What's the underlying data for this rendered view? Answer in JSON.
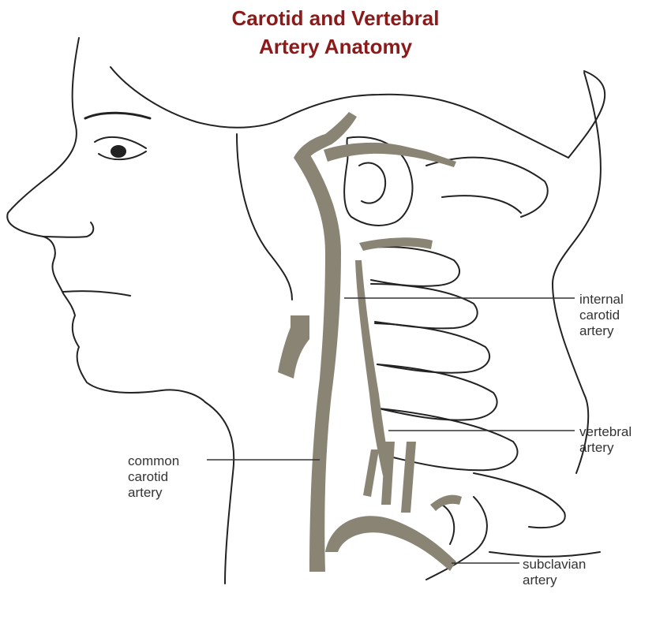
{
  "title": {
    "line1": "Carotid and Vertebral",
    "line2": "Artery Anatomy"
  },
  "labels": {
    "internal_carotid": [
      "internal",
      "carotid",
      "artery"
    ],
    "vertebral": [
      "vertebral",
      "artery"
    ],
    "common_carotid": [
      "common",
      "carotid",
      "artery"
    ],
    "subclavian": [
      "subclavian",
      "artery"
    ]
  },
  "colors": {
    "title": "#8b1a1a",
    "artery": "#8a8474",
    "outline": "#222222",
    "label_text": "#333333"
  }
}
